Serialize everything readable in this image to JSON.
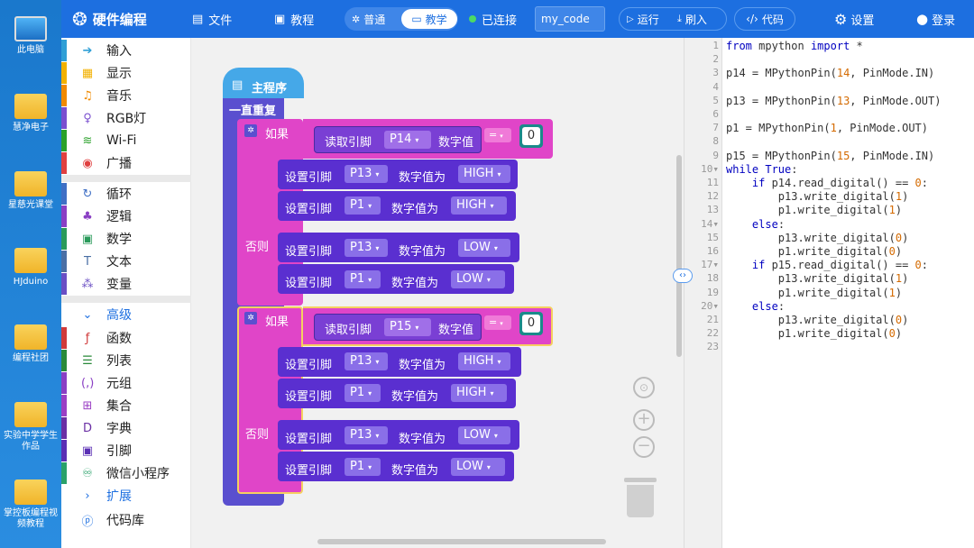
{
  "desktop": {
    "icons": [
      "此电脑",
      "慧净电子",
      "星慈光课堂",
      "HJduino",
      "编程社团",
      "实验中学学生作品",
      "掌控板编程视频教程"
    ]
  },
  "topbar": {
    "brand": "硬件编程",
    "file": "文件",
    "tutorial": "教程",
    "mode_normal": "普通",
    "mode_teach": "教学",
    "connected": "已连接",
    "project_name": "my_code",
    "run": "运行",
    "flash": "刷入",
    "code": "代码",
    "settings": "设置",
    "login": "登录"
  },
  "sidebar": {
    "items": [
      {
        "label": "输入",
        "color": "#2f9fd6"
      },
      {
        "label": "显示",
        "color": "#f2b100"
      },
      {
        "label": "音乐",
        "color": "#f08a00"
      },
      {
        "label": "RGB灯",
        "color": "#7a4fcf"
      },
      {
        "label": "Wi-Fi",
        "color": "#2aa12a"
      },
      {
        "label": "广播",
        "color": "#e04040"
      },
      {
        "label": "循环",
        "color": "#3f6fc5"
      },
      {
        "label": "逻辑",
        "color": "#8a3fc4"
      },
      {
        "label": "数学",
        "color": "#2a9a5a"
      },
      {
        "label": "文本",
        "color": "#4a6fa5"
      },
      {
        "label": "变量",
        "color": "#6a4fc4"
      },
      {
        "label": "高级",
        "color": "#1d6fe0"
      },
      {
        "label": "函数",
        "color": "#d03a3a"
      },
      {
        "label": "列表",
        "color": "#2a8a3a"
      },
      {
        "label": "元组",
        "color": "#8a3fc4"
      },
      {
        "label": "集合",
        "color": "#9a3fc4"
      },
      {
        "label": "字典",
        "color": "#6a2fa4"
      },
      {
        "label": "引脚",
        "color": "#5a2fb4"
      },
      {
        "label": "微信小程序",
        "color": "#2aa16a"
      },
      {
        "label": "扩展",
        "color": "#1d6fe0"
      },
      {
        "label": "代码库",
        "color": "#1d6fe0"
      }
    ]
  },
  "blocks": {
    "main": "主程序",
    "forever": "一直重复",
    "if": "如果",
    "else": "否则",
    "read_pin": "读取引脚",
    "digital_value": "数字值",
    "op": "=",
    "zero": "0",
    "set_pin": "设置引脚",
    "digital_set": "数字值为",
    "if1": {
      "pin": "P14",
      "then": [
        {
          "pin": "P13",
          "val": "HIGH"
        },
        {
          "pin": "P1",
          "val": "HIGH"
        }
      ],
      "else": [
        {
          "pin": "P13",
          "val": "LOW"
        },
        {
          "pin": "P1",
          "val": "LOW"
        }
      ]
    },
    "if2": {
      "pin": "P15",
      "then": [
        {
          "pin": "P13",
          "val": "HIGH"
        },
        {
          "pin": "P1",
          "val": "HIGH"
        }
      ],
      "else": [
        {
          "pin": "P13",
          "val": "LOW"
        },
        {
          "pin": "P1",
          "val": "LOW"
        }
      ]
    }
  },
  "code": {
    "lines": [
      "from mpython import *",
      "",
      "p14 = MPythonPin(14, PinMode.IN)",
      "",
      "p13 = MPythonPin(13, PinMode.OUT)",
      "",
      "p1 = MPythonPin(1, PinMode.OUT)",
      "",
      "p15 = MPythonPin(15, PinMode.IN)",
      "while True:",
      "    if p14.read_digital() == 0:",
      "        p13.write_digital(1)",
      "        p1.write_digital(1)",
      "    else:",
      "        p13.write_digital(0)",
      "        p1.write_digital(0)",
      "    if p15.read_digital() == 0:",
      "        p13.write_digital(1)",
      "        p1.write_digital(1)",
      "    else:",
      "        p13.write_digital(0)",
      "        p1.write_digital(0)",
      ""
    ]
  }
}
